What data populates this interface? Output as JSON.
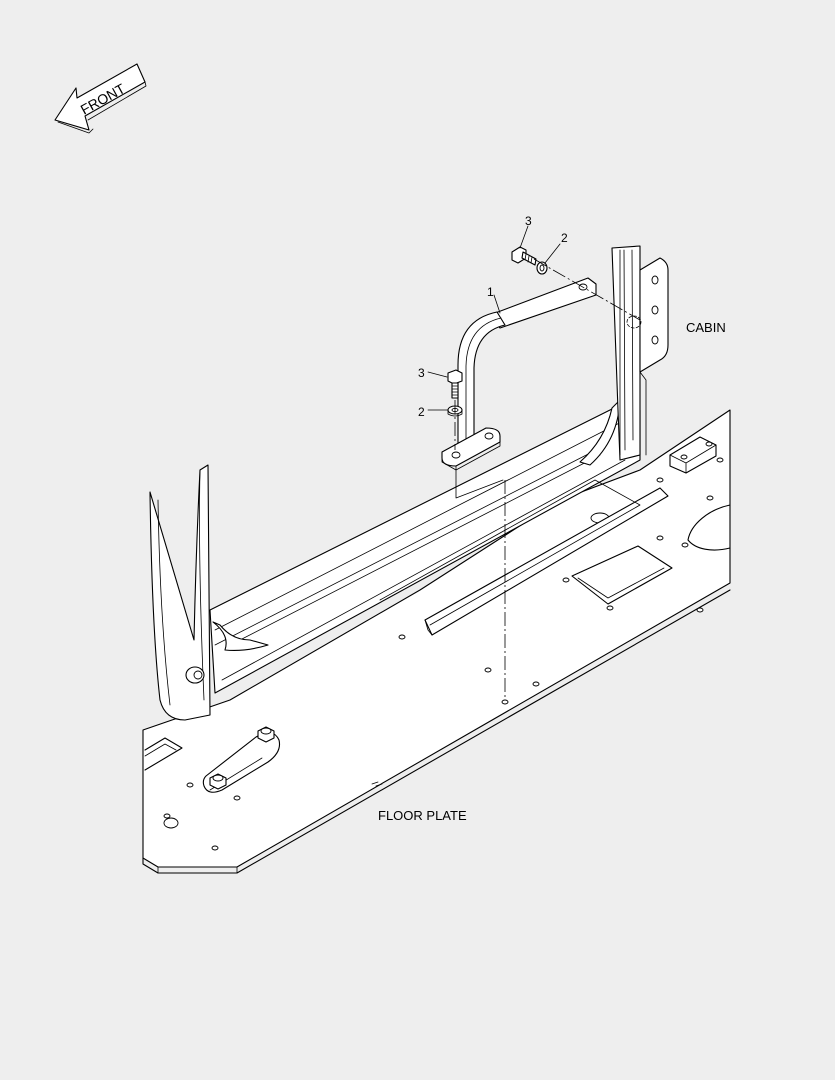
{
  "direction_indicator": {
    "label": "FRONT"
  },
  "assembly_labels": {
    "cabin": "CABIN",
    "floor_plate": "FLOOR PLATE"
  },
  "callouts": {
    "handrail": "1",
    "washer_upper": "2",
    "bolt_upper": "3",
    "bolt_lower": "3",
    "washer_lower": "2"
  },
  "colors": {
    "background": "#eeeeee",
    "line": "#000000",
    "part_fill": "#ffffff"
  }
}
